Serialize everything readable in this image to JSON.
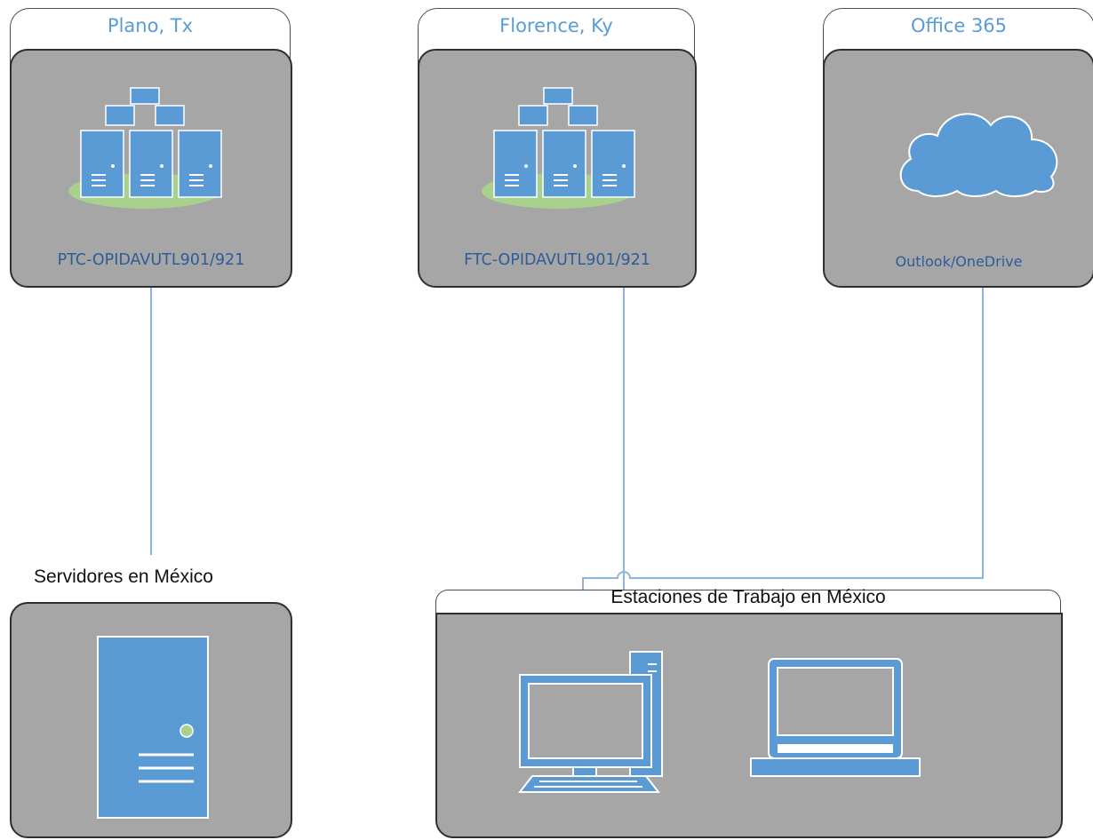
{
  "sites": [
    {
      "location": "Plano, Tx",
      "server_name": "PTC-OPIDAVUTL901/921",
      "icon": "server-farm-icon"
    },
    {
      "location": "Florence, Ky",
      "server_name": "FTC-OPIDAVUTL901/921",
      "icon": "server-farm-icon"
    },
    {
      "location": "Office 365",
      "service_name": "Outlook/OneDrive",
      "icon": "cloud-icon"
    }
  ],
  "mexico": {
    "servers_label": "Servidores en México",
    "servers_icon": "tower-server-icon",
    "workstations_label": "Estaciones de Trabajo en México",
    "workstation_icons": [
      "desktop-computer-icon",
      "laptop-icon"
    ]
  },
  "colors": {
    "tile_fill": "#a6a6a6",
    "tile_border": "#2f2f2f",
    "header_text": "#5b9bd5",
    "tile_text": "#2e5c9a",
    "icon_fill": "#5b9bd5",
    "icon_ground": "#a9d18e",
    "connector": "#8db4e2"
  }
}
